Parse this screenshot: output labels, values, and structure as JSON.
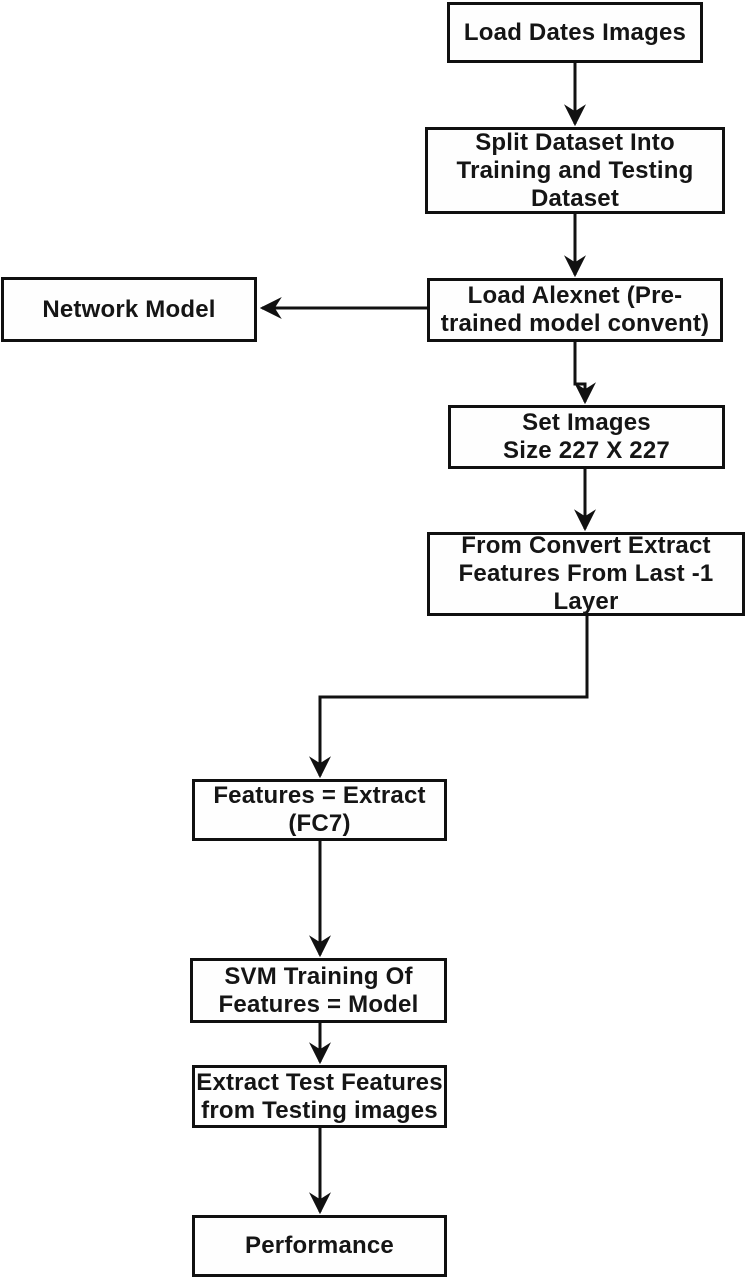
{
  "diagram": {
    "type": "flowchart",
    "background_color": "#ffffff",
    "line_color": "#111111",
    "text_color": "#151515",
    "nodes": {
      "load_dates": {
        "label": "Load Dates Images"
      },
      "split_dataset": {
        "label": "Split Dataset Into\nTraining and Testing\nDataset"
      },
      "network_model": {
        "label": "Network Model"
      },
      "load_alexnet": {
        "label": "Load Alexnet (Pre-\ntrained model convent)"
      },
      "set_images": {
        "label": "Set Images\nSize 227 X 227"
      },
      "from_convert": {
        "label": "From Convert Extract\nFeatures From Last -1\nLayer"
      },
      "features_extract": {
        "label": "Features = Extract\n(FC7)"
      },
      "svm_training": {
        "label": "SVM Training Of\nFeatures = Model"
      },
      "extract_test": {
        "label": "Extract Test Features\nfrom Testing images"
      },
      "performance": {
        "label": "Performance"
      }
    },
    "edges": [
      {
        "from": "load_dates",
        "to": "split_dataset"
      },
      {
        "from": "split_dataset",
        "to": "load_alexnet"
      },
      {
        "from": "load_alexnet",
        "to": "network_model"
      },
      {
        "from": "load_alexnet",
        "to": "set_images"
      },
      {
        "from": "set_images",
        "to": "from_convert"
      },
      {
        "from": "from_convert",
        "to": "features_extract"
      },
      {
        "from": "features_extract",
        "to": "svm_training"
      },
      {
        "from": "svm_training",
        "to": "extract_test"
      },
      {
        "from": "extract_test",
        "to": "performance"
      }
    ]
  }
}
